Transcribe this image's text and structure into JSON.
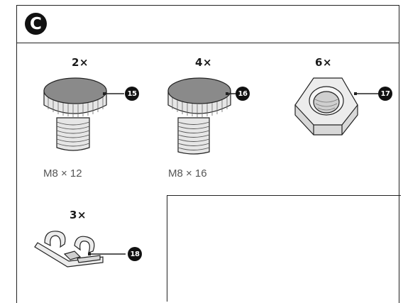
{
  "section": {
    "label": "C"
  },
  "parts": [
    {
      "qty": "2×",
      "number": "15",
      "size": "M8 × 12",
      "icon": "thumb-screw-short-icon"
    },
    {
      "qty": "4×",
      "number": "16",
      "size": "M8 × 16",
      "icon": "thumb-screw-long-icon"
    },
    {
      "qty": "6×",
      "number": "17",
      "size": "",
      "icon": "hex-nut-icon"
    },
    {
      "qty": "3×",
      "number": "18",
      "size": "",
      "icon": "cable-clip-icon"
    }
  ],
  "colors": {
    "line": "#222222",
    "cap_top": "#8a8a8a",
    "metal": "#e6e6e6",
    "callout": "#111111"
  }
}
